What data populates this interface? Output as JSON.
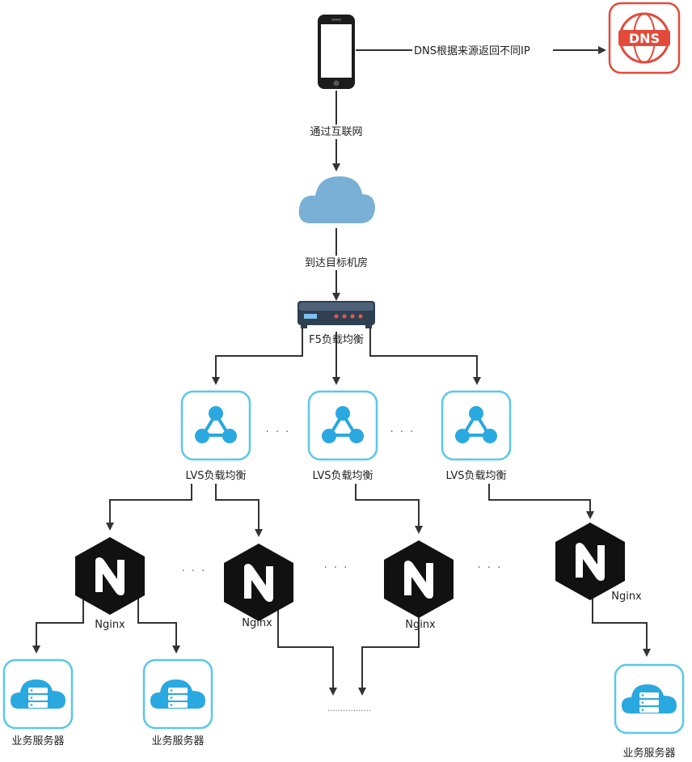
{
  "labels": {
    "dns_edge": "DNS根据来源返回不同IP",
    "internet_edge": "通过互联网",
    "arrive_edge": "到达目标机房",
    "f5": "F5负载均衡",
    "lvs": "LVS负载均衡",
    "nginx": "Nginx",
    "server": "业务服务器",
    "dns_logo": "DNS",
    "ellipsis": "· · ·",
    "dotted_line": "·················"
  },
  "colors": {
    "edge": "#333333",
    "lvs_border": "#5bc8e8",
    "lvs_fill": "#2aa8e0",
    "cloud": "#7ab0d6",
    "nginx_bg": "#111111",
    "dns_red": "#e34a3a",
    "f5_body": "#2f3f52"
  },
  "icons": {
    "phone": "smartphone-icon",
    "dns": "dns-logo-icon",
    "cloud": "internet-cloud-icon",
    "f5": "f5-load-balancer-icon",
    "lvs": "lvs-network-icon",
    "nginx": "nginx-logo-icon",
    "server": "server-cloud-icon"
  }
}
